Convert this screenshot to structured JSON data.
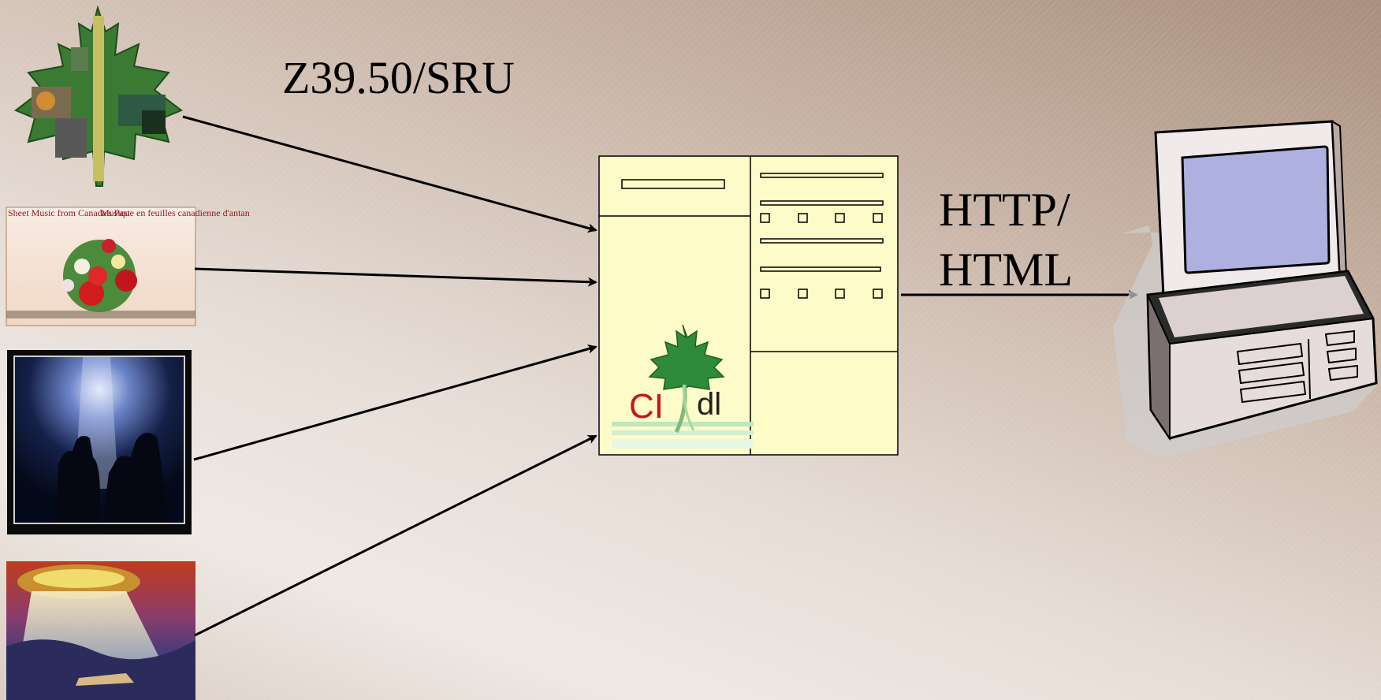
{
  "labels": {
    "left_protocol": "Z39.50/SRU",
    "right_protocol_line1": "HTTP/",
    "right_protocol_line2": "HTML"
  },
  "sources": [
    {
      "name": "maple-leaf-collage"
    },
    {
      "name": "sheet-music-collection",
      "caption_left": "Sheet Music from Canada's Past",
      "caption_right": "Musique en feuilles canadienne d'antan"
    },
    {
      "name": "soldiers-silhouette"
    },
    {
      "name": "ufo-painting"
    }
  ],
  "logo": {
    "left_text": "CI",
    "right_text": "dl"
  },
  "colors": {
    "panel_fill": "#fdfbc8",
    "leaf_green": "#2e8b3a",
    "logo_red": "#c8141e",
    "arrow": "#000000"
  }
}
